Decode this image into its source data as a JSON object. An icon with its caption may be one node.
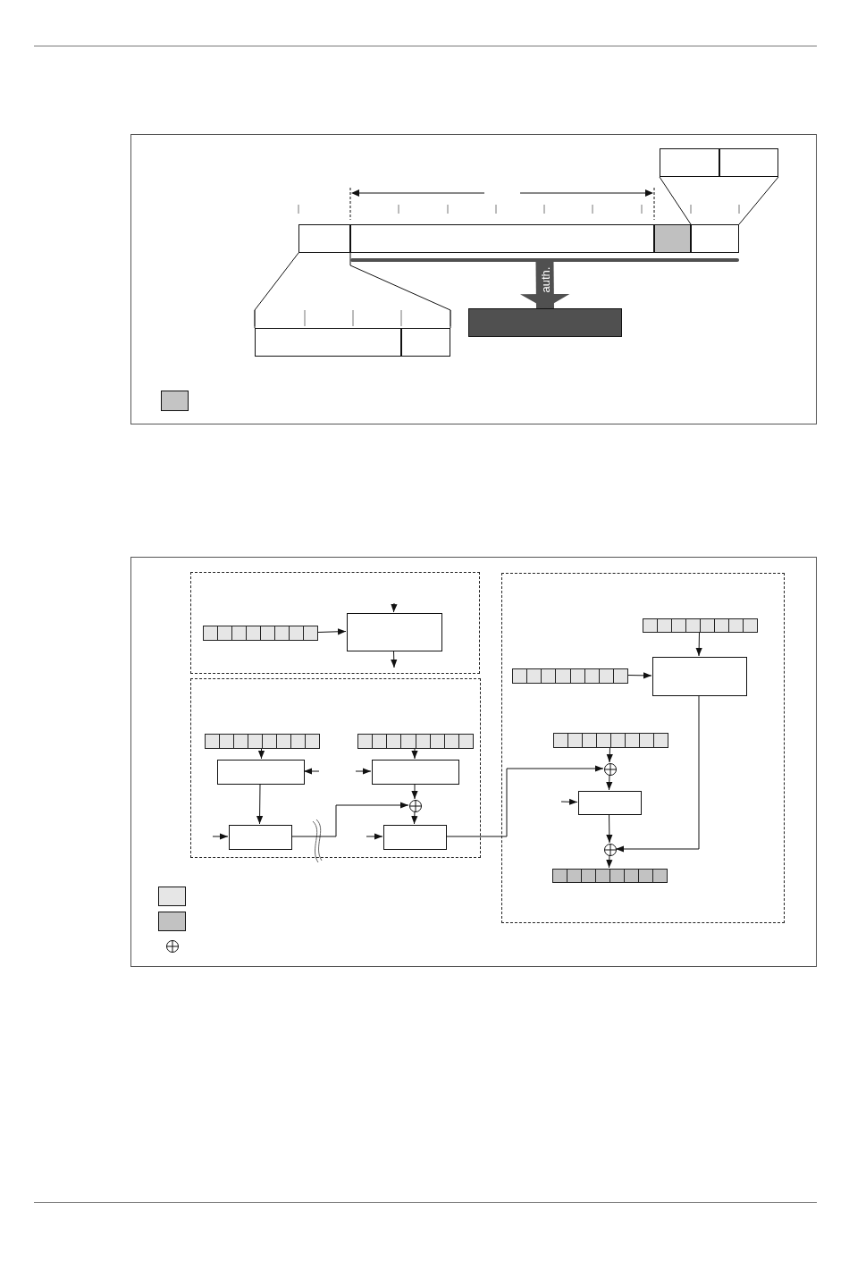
{
  "diagram": {
    "nodes": [
      {
        "text": [],
        "shape": "box"
      },
      {
        "text": [],
        "shape": "box"
      },
      {
        "text": [],
        "shape": "box"
      },
      {
        "text": [],
        "shape": "box"
      },
      {
        "text": [],
        "shape": "box"
      },
      {
        "text": [],
        "shape": "box"
      },
      {
        "text": [],
        "shape": "box"
      },
      {
        "text": [],
        "shape": "box"
      },
      {
        "text": [],
        "shape": "bar"
      },
      {
        "text": [],
        "shape": "box"
      },
      {
        "text": [],
        "shape": "box"
      },
      {
        "text": [],
        "shape": "box"
      },
      {
        "text": [],
        "shape": "register",
        "in": 11
      },
      {
        "text": [],
        "shape": "box",
        "in": 11
      },
      {
        "text": [],
        "shape": "box"
      },
      {
        "text": [],
        "shape": "register",
        "in": 14
      },
      {
        "text": [],
        "shape": "register",
        "in": 14
      },
      {
        "text": [],
        "shape": "box",
        "in": 14
      },
      {
        "text": [],
        "shape": "box",
        "in": 14
      },
      {
        "text": [],
        "shape": "circle",
        "in": 14
      },
      {
        "text": [],
        "shape": "box",
        "in": 14
      },
      {
        "text": [],
        "shape": "box",
        "in": 14
      },
      {
        "text": [],
        "shape": "box"
      },
      {
        "text": [],
        "shape": "register",
        "in": 22
      },
      {
        "text": [],
        "shape": "register",
        "in": 22
      },
      {
        "text": [],
        "shape": "box",
        "in": 22
      },
      {
        "text": [],
        "shape": "register",
        "in": 22
      },
      {
        "text": [],
        "shape": "circle",
        "in": 22
      },
      {
        "text": [],
        "shape": "box",
        "in": 22
      },
      {
        "text": [],
        "shape": "circle",
        "in": 22
      },
      {
        "text": [],
        "shape": "register",
        "in": 22
      },
      {
        "text": [],
        "shape": "box"
      },
      {
        "text": [],
        "shape": "box"
      },
      {
        "text": [],
        "shape": "circle"
      }
    ],
    "edges": [
      {
        "from": 0,
        "to": 6,
        "arrow": "none"
      },
      {
        "from": 0,
        "to": 7,
        "arrow": "none"
      },
      {
        "from": 3,
        "to": 4,
        "arrow": "none"
      },
      {
        "from": 3,
        "to": 5,
        "arrow": "none"
      },
      {
        "from": 8,
        "to": 9,
        "arrow": "to",
        "label": "auth.",
        "style": "thick",
        "color": "#505050"
      },
      {
        "from": 12,
        "to": 13,
        "arrow": "to"
      },
      {
        "from": null,
        "to": 13,
        "arrow": "to"
      },
      {
        "from": 13,
        "to": null,
        "arrow": "to"
      },
      {
        "from": 15,
        "to": 17,
        "arrow": "to"
      },
      {
        "from": 16,
        "to": 18,
        "arrow": "to"
      },
      {
        "from": null,
        "to": 17,
        "arrow": "to"
      },
      {
        "from": null,
        "to": 18,
        "arrow": "to"
      },
      {
        "from": 17,
        "to": 20,
        "arrow": "to"
      },
      {
        "from": 18,
        "to": 19,
        "arrow": "to"
      },
      {
        "from": 20,
        "to": 19,
        "arrow": "to"
      },
      {
        "from": 19,
        "to": 21,
        "arrow": "to"
      },
      {
        "from": null,
        "to": 20,
        "arrow": "to"
      },
      {
        "from": null,
        "to": 21,
        "arrow": "to"
      },
      {
        "from": 21,
        "to": 27,
        "arrow": "to"
      },
      {
        "from": 23,
        "to": 25,
        "arrow": "to"
      },
      {
        "from": 24,
        "to": 25,
        "arrow": "to"
      },
      {
        "from": 26,
        "to": 27,
        "arrow": "to"
      },
      {
        "from": 27,
        "to": 28,
        "arrow": "to"
      },
      {
        "from": null,
        "to": 28,
        "arrow": "to"
      },
      {
        "from": 28,
        "to": 29,
        "arrow": "to"
      },
      {
        "from": 25,
        "to": 29,
        "arrow": "to"
      },
      {
        "from": 29,
        "to": 30,
        "arrow": "to"
      }
    ]
  }
}
